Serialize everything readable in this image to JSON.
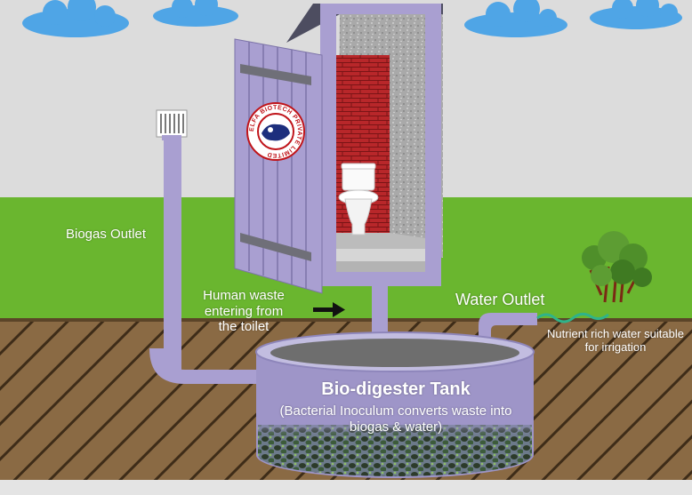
{
  "labels": {
    "biogas_outlet": "Biogas Outlet",
    "human_waste": "Human waste entering from the toilet",
    "water_outlet": "Water Outlet",
    "nutrient_water": "Nutrient rich water suitable for irrigation",
    "tank_title": "Bio-digester Tank",
    "tank_description": "(Bacterial Inoculum converts waste into biogas & water)",
    "logo_ring": "ELFA BIOTECH PRIVATE LIMITED"
  },
  "icons": {
    "arrow": "right-arrow-icon",
    "vent": "vent-cap-icon",
    "toilet": "toilet-icon",
    "tree": "tree-icon",
    "cloud": "cloud-icon",
    "logo": "company-logo"
  },
  "colors": {
    "sky": "#dcdcdc",
    "grass": "#6ab62f",
    "soil": "#8a6a44",
    "structure": "#a99fd1",
    "brick": "#b8272a",
    "tank_fill": "#9e95c8",
    "cloud": "#4fa5e6",
    "sludge": "#2b3f2a"
  }
}
